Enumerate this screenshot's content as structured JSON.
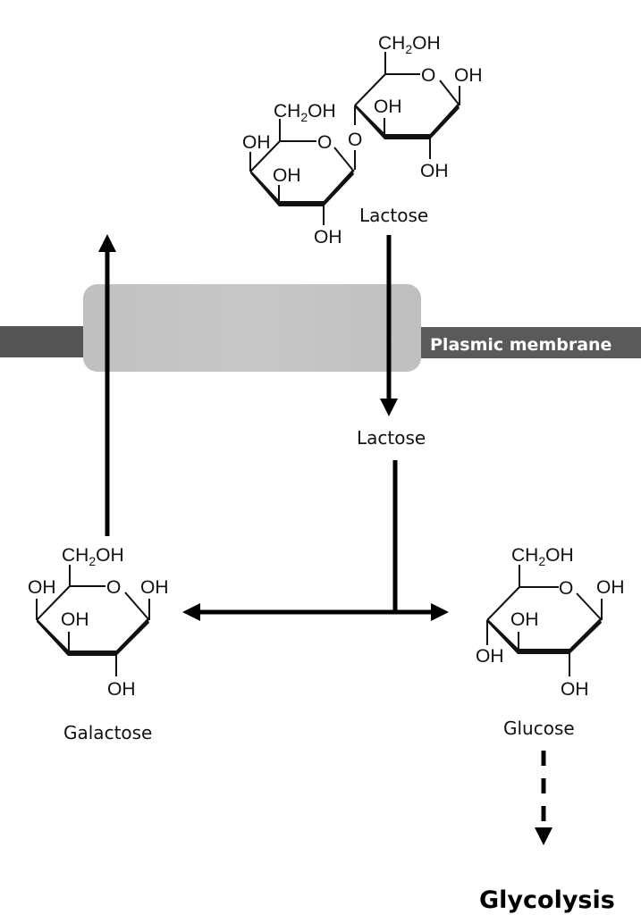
{
  "diagram": {
    "membrane": {
      "label": "Plasmic membrane",
      "bar_color": "#555555",
      "transporter_color": "#c2c2c2"
    },
    "molecules": {
      "lactose_outside": {
        "label": "Lactose",
        "ring_a": {
          "ch2oh": "CH",
          "sub": "2",
          "oh_suffix": "OH",
          "ring_o": "O",
          "oh_c1": "OH",
          "oh_c3": "OH",
          "oh_c2": "OH"
        },
        "ring_b": {
          "ch2oh": "CH",
          "sub": "2",
          "oh_suffix": "OH",
          "ring_o": "O",
          "oh_c4": "OH",
          "oh_c3": "OH",
          "oh_c2": "OH"
        },
        "linkage_o": "O"
      },
      "lactose_inside": {
        "label": "Lactose"
      },
      "galactose": {
        "label": "Galactose",
        "ch2oh": "CH",
        "sub": "2",
        "oh_suffix": "OH",
        "ring_o": "O",
        "oh_c1": "OH",
        "oh_c4": "OH",
        "oh_c3": "OH",
        "oh_c2": "OH"
      },
      "glucose": {
        "label": "Glucose",
        "ch2oh": "CH",
        "sub": "2",
        "oh_suffix": "OH",
        "ring_o": "O",
        "oh_c1": "OH",
        "oh_c3": "OH",
        "oh_c4": "OH",
        "oh_c2": "OH"
      }
    },
    "endpoint": {
      "label": "Glycolysis"
    },
    "arrows": [
      {
        "name": "lactose-uptake",
        "from": "Lactose (outside)",
        "to": "Lactose (inside)",
        "style": "solid"
      },
      {
        "name": "hydrolysis-to-galactose",
        "from": "Lactose (inside)",
        "to": "Galactose",
        "style": "solid"
      },
      {
        "name": "hydrolysis-to-glucose",
        "from": "Lactose (inside)",
        "to": "Glucose",
        "style": "solid"
      },
      {
        "name": "galactose-export",
        "from": "Galactose",
        "to": "outside",
        "style": "solid"
      },
      {
        "name": "glucose-to-glycolysis",
        "from": "Glucose",
        "to": "Glycolysis",
        "style": "dashed"
      }
    ]
  }
}
